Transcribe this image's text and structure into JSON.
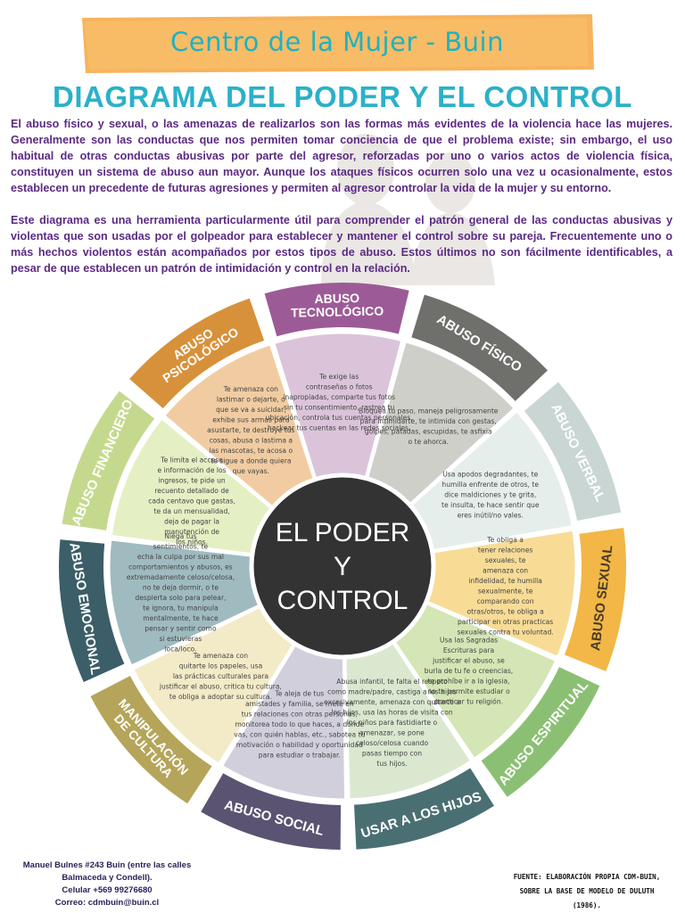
{
  "header": {
    "center_name": "Centro de la Mujer - Buin"
  },
  "title": "DIAGRAMA DEL PODER Y EL CONTROL",
  "intro": [
    "El abuso físico y sexual, o las amenazas de realizarlos son las formas más evidentes de la violencia hace las mujeres. Generalmente son las conductas que nos permiten tomar conciencia de que el problema existe; sin embargo, el uso habitual de otras conductas abusivas por parte del agresor, reforzadas por uno o varios actos de violencia física, constituyen un sistema de abuso aun mayor. Aunque los ataques físicos ocurren solo una vez u ocasionalmente, estos establecen un precedente de futuras agresiones y permiten al agresor controlar la vida de la mujer y su entorno.",
    "Este diagrama es una herramienta particularmente útil para comprender el patrón general de las conductas abusivas y violentas que son usadas por el golpeador para establecer y mantener el control sobre su pareja. Frecuentemente uno o más hechos violentos están acompañados por estos tipos de abuso. Estos últimos no son fácilmente identificables, a pesar de que establecen un patrón de intimidación y control en la relación."
  ],
  "center": {
    "line1": "EL PODER",
    "line2": "Y",
    "line3": "CONTROL"
  },
  "colors": {
    "center": "#333333",
    "banner": "#f7b35d",
    "title": "#2ab1c9",
    "text": "#5b2a82"
  },
  "segments": [
    {
      "id": "financiero",
      "label_lines": [
        "ABUSO FINANCIERO"
      ],
      "label_color": "#c5d98e",
      "text_color": "#ffffff",
      "wedge_color": "#e5efc4",
      "lines": [
        "Te limita el acceso",
        "e información de los",
        "ingresos, te pide un",
        "recuento detallado de",
        "cada centavo que gastas,",
        "te da un mensualidad,",
        "deja de pagar la",
        "manutención de",
        "los niños."
      ]
    },
    {
      "id": "psicologico",
      "label_lines": [
        "ABUSO",
        "PSICOLÓGICO"
      ],
      "label_color": "#d7913a",
      "text_color": "#ffffff",
      "wedge_color": "#f1cca2",
      "lines": [
        "Te amenaza con",
        "lastimar o dejarte, o",
        "que se va a suicidar,",
        "exhibe sus armas para",
        "asustarte, te destruye tus",
        "cosas, abusa o lastima a",
        "las mascotas, te acosa o",
        "te sigue a donde quiera",
        "que vayas."
      ]
    },
    {
      "id": "tecnologico",
      "label_lines": [
        "ABUSO",
        "TECNOLÓGICO"
      ],
      "label_color": "#9c5b96",
      "text_color": "#ffffff",
      "wedge_color": "#dbc4d9",
      "lines": [
        "Te exige las",
        "contraseñas o fotos",
        "inapropiadas, comparte tus fotos",
        "sin tu consentimiento, rastrea tu",
        "ubicación, controla tus cuentas personales,",
        "hackear tus cuentas en las redes sociales."
      ]
    },
    {
      "id": "fisico",
      "label_lines": [
        "ABUSO FÍSICO"
      ],
      "label_color": "#6f6f6b",
      "text_color": "#ffffff",
      "wedge_color": "#cfcfc9",
      "lines": [
        "Bloquea tu paso, maneja peligrosamente",
        "para intimidarte, te intimida con gestas,",
        "golpes, patadas, escupidas, te asfixia",
        "o te ahorca."
      ]
    },
    {
      "id": "verbal",
      "label_lines": [
        "ABUSO VERBAL"
      ],
      "label_color": "#c9d6d3",
      "text_color": "#ffffff",
      "wedge_color": "#e6eeec",
      "lines": [
        "Usa apodos degradantes, te",
        "humilla enfrente de otros, te",
        "dice maldiciones y te grita,",
        "te insulta, te hace sentir que",
        "eres inútil/no vales."
      ]
    },
    {
      "id": "sexual",
      "label_lines": [
        "ABUSO SEXUAL"
      ],
      "label_color": "#f2b746",
      "text_color": "#4a3b24",
      "wedge_color": "#f8dc96",
      "lines": [
        "Te obliga a",
        "tener relaciones",
        "sexuales, te",
        "amenaza con",
        "infidelidad, te humilla",
        "sexualmente, te",
        "comparando con",
        "otras/otros, te obliga a",
        "participar en otras practicas",
        "sexuales contra tu voluntad."
      ]
    },
    {
      "id": "espiritual",
      "label_lines": [
        "ABUSO ESPIRITUAL"
      ],
      "label_color": "#8bc074",
      "text_color": "#ffffff",
      "wedge_color": "#d4e6b5",
      "lines": [
        "Usa las Sagradas",
        "Escrituras para",
        "justificar el abuso, se",
        "burla de tu fe o creencias,",
        "te prohíbe ir a la iglesia,",
        "no te permite estudiar o",
        "practicar tu religión."
      ]
    },
    {
      "id": "hijos",
      "label_lines": [
        "USAR A LOS HIJOS"
      ],
      "label_color": "#4a6f72",
      "text_color": "#ffffff",
      "wedge_color": "#dae8d0",
      "lines": [
        "Abusa infantil, te falta el respeto",
        "como madre/padre, castiga a los hijos",
        "excesivamente, amenaza con quitarte a",
        "los hijos, usa las horas de visita con",
        "los niños para fastidiarte o",
        "amenazar, se pone",
        "celoso/celosa cuando",
        "pasas tiempo con",
        "tus hijos."
      ]
    },
    {
      "id": "social",
      "label_lines": [
        "ABUSO SOCIAL"
      ],
      "label_color": "#5a5372",
      "text_color": "#ffffff",
      "wedge_color": "#d2cfdc",
      "lines": [
        "Te aleja de tus",
        "amistades y familia, se mete en",
        "tus relaciones con otras personas,",
        "monitorea todo lo que haces, a dónde",
        "vas, con quién hablas, etc., sabotea tu",
        "motivación o habilidad y oportunidad",
        "para estudiar o trabajar."
      ]
    },
    {
      "id": "cultura",
      "label_lines": [
        "MANIPULACIÓN",
        "DE CULTURA"
      ],
      "label_color": "#b5a55a",
      "text_color": "#ffffff",
      "wedge_color": "#f3ebc7",
      "lines": [
        "Te amenaza con",
        "quitarte los papeles, usa",
        "las prácticas culturales para",
        "justificar el abuso, critica tu cultura,",
        "te obliga a adoptar su cultura."
      ]
    },
    {
      "id": "emocional",
      "label_lines": [
        "ABUSO EMOCIONAL"
      ],
      "label_color": "#3b5e68",
      "text_color": "#ffffff",
      "wedge_color": "#9fbbc0",
      "lines": [
        "Niega tus",
        "sentimientos, te",
        "echa la culpa por sus mal",
        "comportamientos y abusos, es",
        "extremadamente celoso/celosa,",
        "no te deja dormir, o te",
        "despierta solo para pelear,",
        "te ignora, tu manipula",
        "mentalmente, te hace",
        "pensar y sentir como",
        "si estuvieras",
        "loca/loco."
      ]
    }
  ],
  "footer": {
    "address": [
      "Manuel Bulnes #243 Buin (entre las calles",
      "Balmaceda y Condell).",
      "Celular +569 99276680",
      "Correo: cdmbuin@buin.cl"
    ],
    "source": [
      "FUENTE: ELABORACIÓN PROPIA CDM-BUIN,",
      "SOBRE LA BASE DE MODELO DE DULUTH",
      "(1986)."
    ]
  }
}
